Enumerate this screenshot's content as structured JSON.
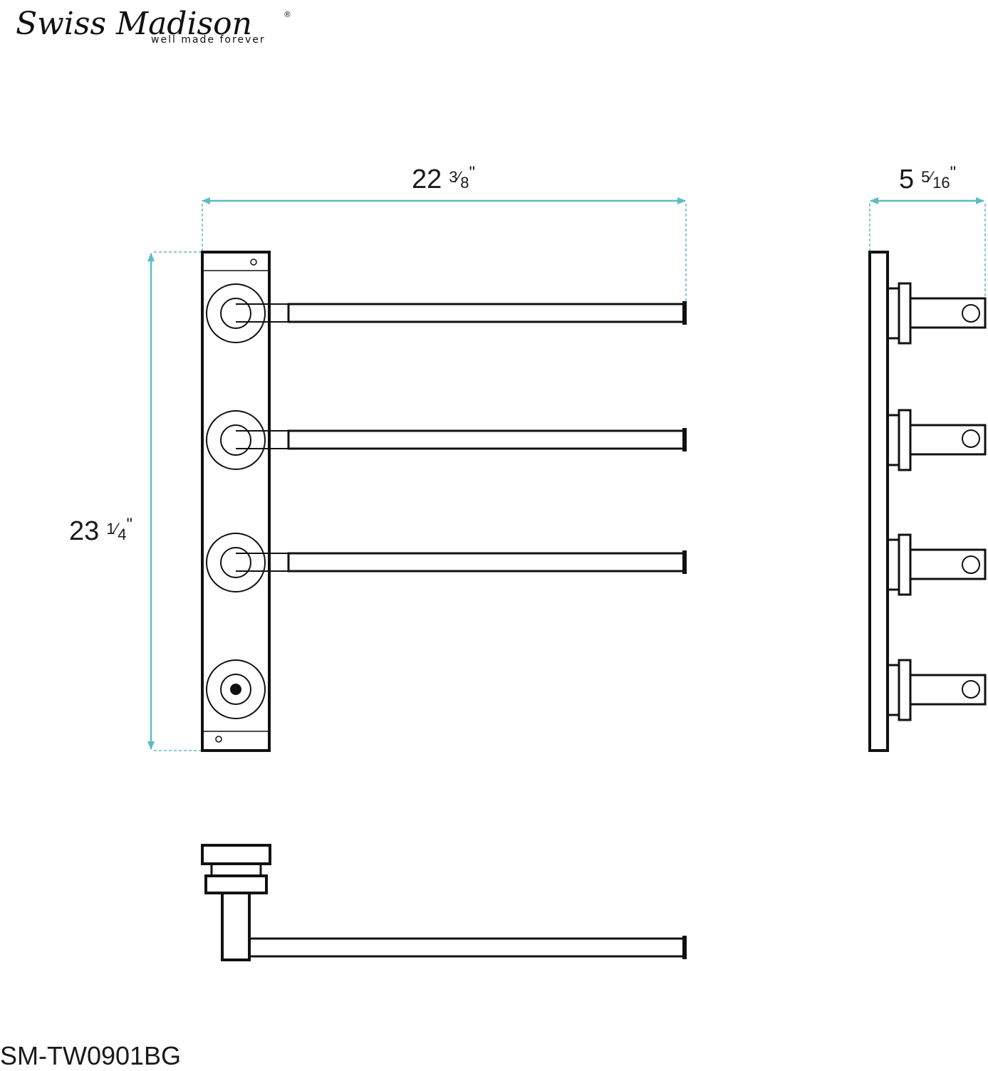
{
  "brand": {
    "name": "Swiss Madison",
    "registered": "®",
    "tagline": "well made forever"
  },
  "dimensions": {
    "width": {
      "whole": "22",
      "frac_num": "3",
      "frac_den": "8",
      "unit": "\""
    },
    "height": {
      "whole": "23",
      "frac_num": "1",
      "frac_den": "4",
      "unit": "\""
    },
    "depth": {
      "whole": "5",
      "frac_num": "5",
      "frac_den": "16",
      "unit": "\""
    }
  },
  "model_number": "SM-TW0901BG",
  "colors": {
    "dimension_line": "#5bbcc4",
    "outline": "#111111"
  }
}
